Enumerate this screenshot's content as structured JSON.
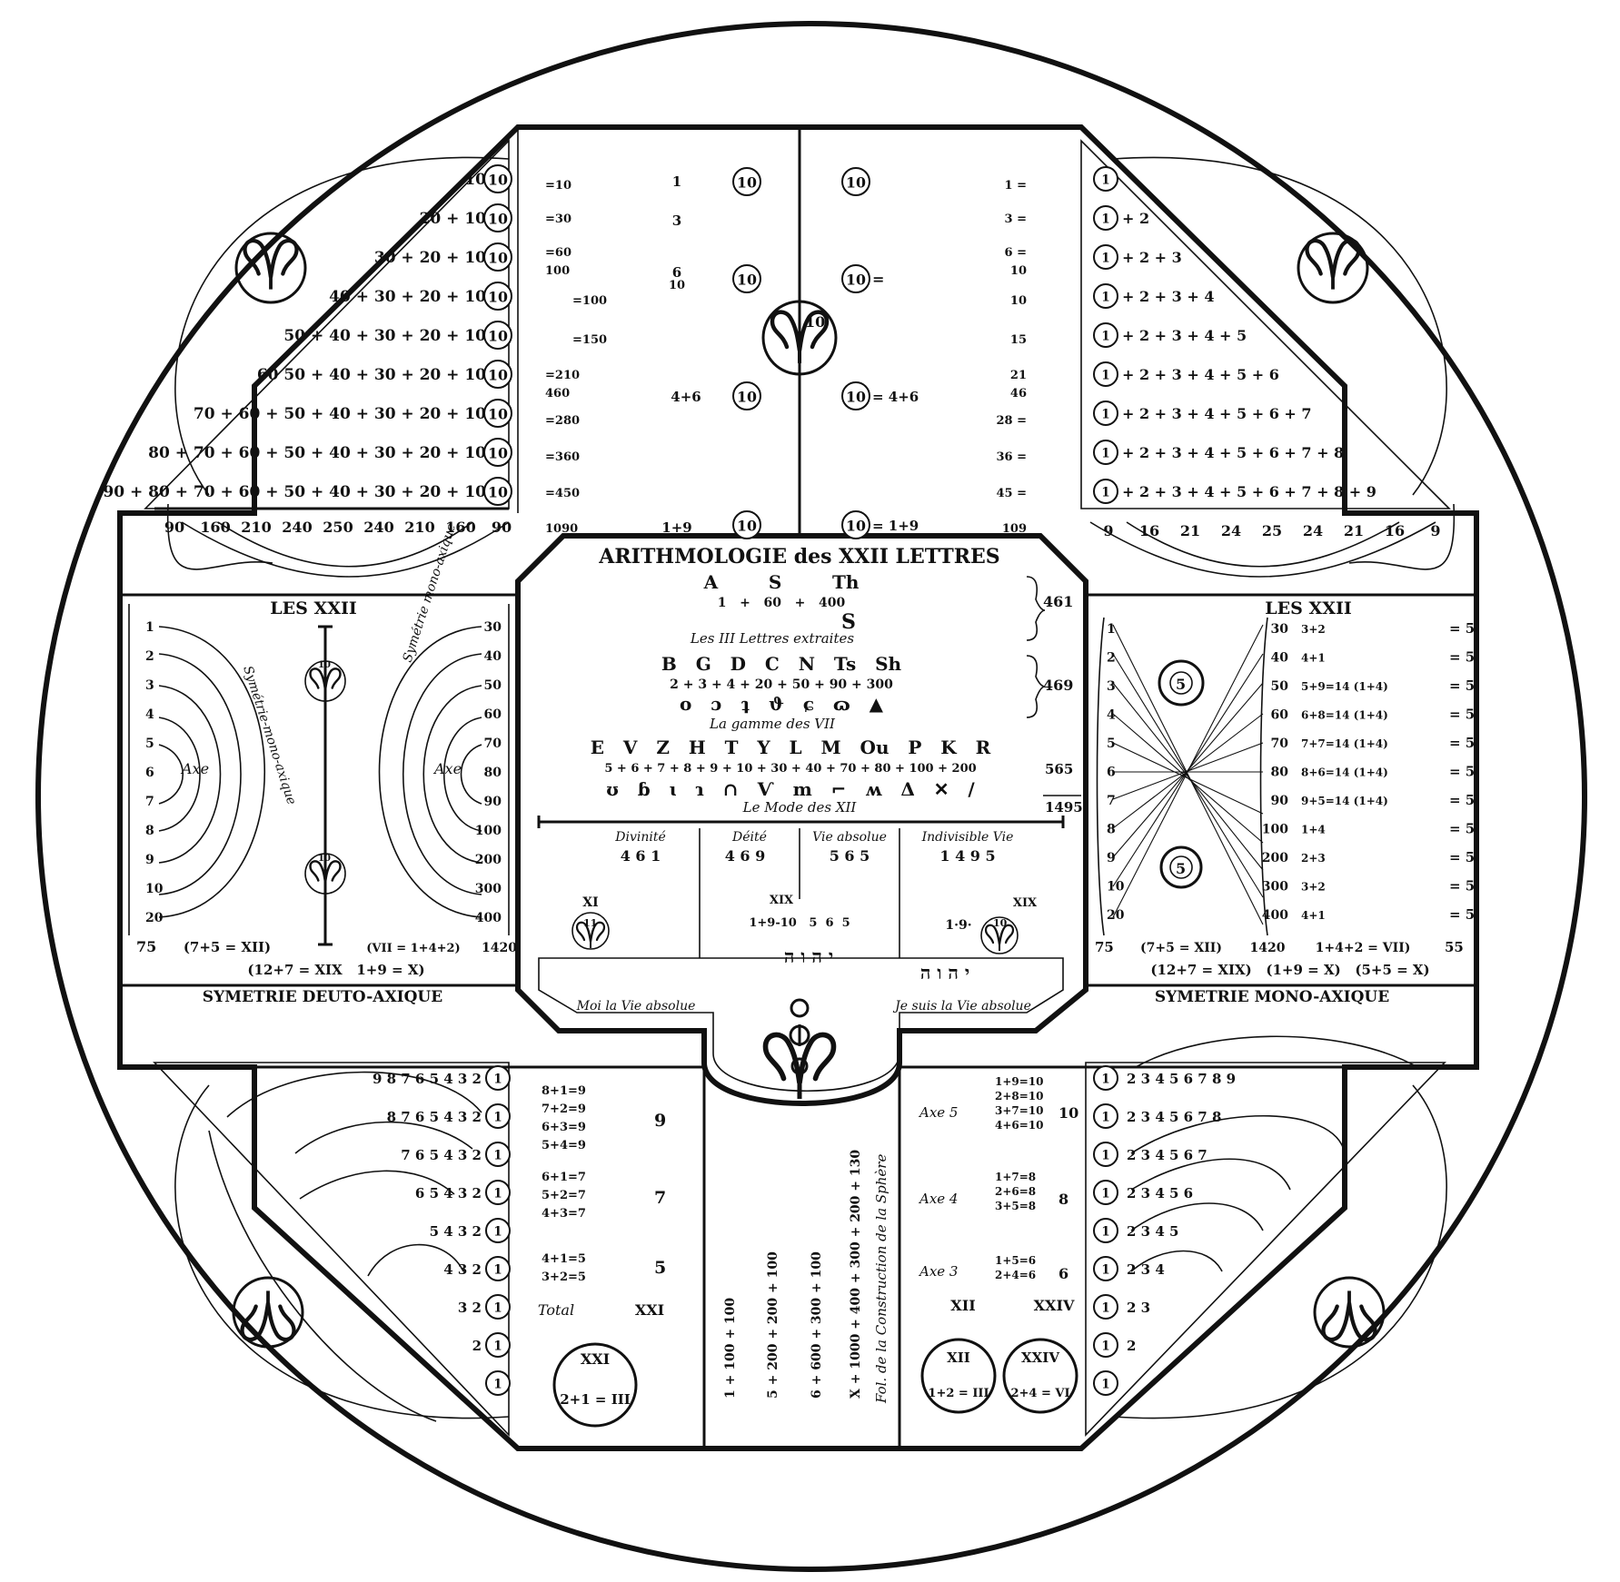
{
  "center": {
    "title": "ARITHMOLOGIE des XXII LETTRES",
    "row1": {
      "letters": "A        S        Th",
      "values": "1   +   60   +   400",
      "extra": "S",
      "caption": "Les III Lettres extraites",
      "total": "461"
    },
    "row2": {
      "letters": "B   G   D   C   N   Ts   Sh",
      "values": "2 + 3 + 4 + 20 + 50 + 90 + 300",
      "glyphs": "ᴏ   ɔ   ʇ   ϑ   ɕ   ɷ   ▲",
      "caption": "La gamme des VII",
      "total": "469"
    },
    "row3": {
      "letters": "E   V   Z   H   T   Y   L   M   Ou   P   K   R",
      "values": "5 + 6 + 7 + 8 + 9 + 10 + 30 + 40 + 70 + 80 + 100 + 200",
      "glyphs": "ʊ   ɓ   ɩ   ɿ   ∩   Ѵ   m   ⌐   ʍ   Δ   ✕   /",
      "caption": "Le Mode des XII",
      "total": "565",
      "grand_total": "1495"
    },
    "row4": {
      "headers": [
        "Divinité",
        "Déité",
        "Vie absolue",
        "Indivisible Vie"
      ],
      "numbers": [
        "4 6 1",
        "4 6 9",
        "5 6 5",
        "1 4 9 5"
      ],
      "stack_left": "4\n6\n1",
      "left_roman": "XI",
      "mid_roman": "XIX",
      "right_roman": "XIX",
      "eleven": "11",
      "ten": "10",
      "mid_sum": "1+9-10   5  6  5",
      "right_sum": "1·9·",
      "left_phrase": "Moi la Vie absolue",
      "right_phrase": "Je suis la Vie absolue",
      "hebrew_mid": "י ה ו ה",
      "hebrew_right": "י ה ו ה"
    }
  },
  "top_left": {
    "rows": [
      "10",
      "20 + 10",
      "30 + 20 + 10",
      "40 + 30 + 20 + 10",
      "50 + 40 + 30 + 20 + 10",
      "60  50 + 40 + 30 + 20 + 10",
      "70 + 60 + 50 + 40 + 30 + 20 + 10",
      "80 + 70 + 60 + 50 + 40 + 30 + 20 + 10",
      "90 + 80 + 70 + 60 + 50 + 40 + 30 + 20 + 10"
    ],
    "bottom": [
      "90",
      "160",
      "210",
      "240",
      "250",
      "240",
      "210",
      "160",
      "90"
    ],
    "right_col": [
      "=10",
      "=30",
      "=60",
      "100",
      "=100",
      "=150",
      "=210",
      "460",
      "=280",
      "=360",
      "=450",
      "1090"
    ]
  },
  "top_mid_left": {
    "rows": [
      "1",
      "3",
      "6",
      "10",
      "4+6",
      "1+9"
    ],
    "tens": [
      "10",
      "10",
      "10",
      "10"
    ]
  },
  "top_mid_right": {
    "rows": [
      "10",
      "10=",
      "10 = 4+6",
      "10 = 1+9"
    ],
    "vals": [
      "1 =",
      "3 =",
      "6 =",
      "10",
      "10",
      "15",
      "21",
      "46",
      "28 =",
      "36 =",
      "45 =",
      "109"
    ]
  },
  "top_right": {
    "rows": [
      "1",
      "1 + 2",
      "1 + 2 + 3",
      "1 + 2 + 3 + 4",
      "1 + 2 + 3 + 4 + 5",
      "1 + 2 + 3 + 4 + 5 + 6",
      "1 + 2 + 3 + 4 + 5 + 6 + 7",
      "1 + 2 + 3 + 4 + 5 + 6 + 7 + 8",
      "1 + 2 + 3 + 4 + 5 + 6 + 7 + 8 + 9"
    ],
    "bottom": [
      "9",
      "16",
      "21",
      "24",
      "25",
      "24",
      "21",
      "16",
      "9"
    ]
  },
  "mid_left": {
    "title": "LES XXII",
    "left_nums": [
      "1",
      "2",
      "3",
      "4",
      "5",
      "6",
      "7",
      "8",
      "9",
      "10",
      "20"
    ],
    "right_nums": [
      "30",
      "40",
      "50",
      "60",
      "70",
      "80",
      "90",
      "100",
      "200",
      "300",
      "400"
    ],
    "axe": "Axe",
    "curve_left": "Symétrie-mono-axique",
    "curve_right": "Symétrie mono-axique",
    "bottom_left": "75",
    "bottom_mid_left": "(7+5 = XII)",
    "bottom_mid_right": "(VII = 1+4+2)",
    "bottom_right": "1420",
    "under": "(12+7 = XIX   1+9 = X)",
    "ten": "10"
  },
  "mid_right": {
    "title": "LES XXII",
    "left_nums": [
      "1",
      "2",
      "3",
      "4",
      "5",
      "6",
      "7",
      "8",
      "9",
      "10",
      "20"
    ],
    "right_nums": [
      "30",
      "40",
      "50",
      "60",
      "70",
      "80",
      "90",
      "100",
      "200",
      "300",
      "400"
    ],
    "sums": [
      "3+2",
      "4+1",
      "5+9=14 (1+4)",
      "6+8=14 (1+4)",
      "7+7=14 (1+4)",
      "8+6=14 (1+4)",
      "9+5=14 (1+4)",
      "1+4",
      "2+3",
      "3+2",
      "4+1"
    ],
    "fives": [
      "5",
      "5",
      "5",
      "5",
      "5",
      "5",
      "5",
      "5",
      "5",
      "5",
      "5"
    ],
    "five": "5",
    "bottom": [
      "75",
      "(7+5 = XII)",
      "1420",
      "1+4+2 = VII)",
      "55"
    ],
    "under": "(12+7 = XIX)   (1+9 = X)   (5+5 = X)"
  },
  "bottom_left": {
    "title": "SYMETRIE DEUTO-AXIQUE",
    "rows": [
      "9   8   7   6   5   4   3   2",
      "8   7   6   5   4   3   2",
      "7   6   5   4   3   2",
      "6   5   4   3   2",
      "5   4   3   2",
      "4   3   2",
      "3   2",
      "2",
      ""
    ],
    "one": "1",
    "groups": [
      "8+1=9\n7+2=9\n6+3=9\n5+4=9",
      "6+1=7\n5+2=7\n4+3=7",
      "4+1=5\n3+2=5"
    ],
    "group_totals": [
      "9",
      "7",
      "5"
    ],
    "total_label": "Total",
    "total": "XXI",
    "circle_top": "XXI",
    "circle_bottom": "2+1 = III"
  },
  "bottom_center": {
    "cols": [
      "1   +   100   +   100",
      "5   +   200   +   200   +   100",
      "6   +   600   +   300   +   100",
      "X   +   1000 + 400 + 300 + 200 + 130"
    ],
    "side": "Fol. de la Construction de la Sphère"
  },
  "bottom_right": {
    "title": "SYMETRIE MONO-AXIQUE",
    "rows": [
      "2   3   4   5   6   7   8   9",
      "2   3   4   5   6   7   8",
      "2   3   4   5   6   7",
      "2   3   4   5   6",
      "2   3   4   5",
      "2   3   4",
      "2   3",
      "2",
      ""
    ],
    "one": "1",
    "axes": [
      {
        "label": "Axe 5",
        "sums": "1+9=10\n2+8=10\n3+7=10\n4+6=10",
        "total": "10"
      },
      {
        "label": "Axe 4",
        "sums": "1+7=8\n2+6=8\n3+5=8",
        "total": "8"
      },
      {
        "label": "Axe 3",
        "sums": "1+5=6\n2+4=6",
        "total": "6"
      }
    ],
    "xii": "XII",
    "xxiv": "XXIV",
    "circle1_top": "XII",
    "circle1_bottom": "1+2 = III",
    "circle2_top": "XXIV",
    "circle2_bottom": "2+4 = VI"
  },
  "symbol_ten": "10"
}
